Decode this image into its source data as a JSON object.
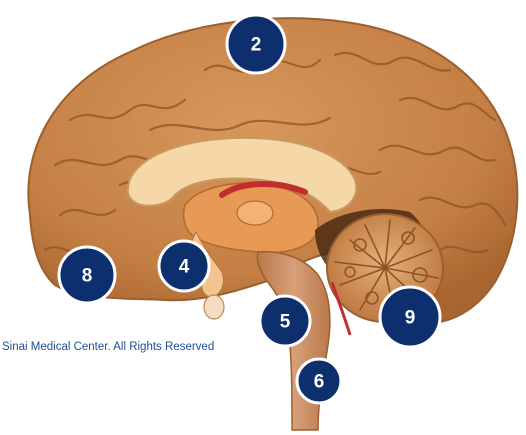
{
  "diagram": {
    "copyright": "Sinai Medical Center. All Rights Reserved",
    "markers": [
      {
        "id": "2",
        "label": "2"
      },
      {
        "id": "4",
        "label": "4"
      },
      {
        "id": "5",
        "label": "5"
      },
      {
        "id": "6",
        "label": "6"
      },
      {
        "id": "8",
        "label": "8"
      },
      {
        "id": "9",
        "label": "9"
      }
    ]
  },
  "colors": {
    "marker_fill": "#0d2f6e",
    "cortex": "#c9884f",
    "cortex_outline": "#9c5f2e",
    "corpus_callosum": "#f6d7a7",
    "thalamus": "#e79a55",
    "fornix_red": "#c22d2d",
    "cerebellum": "#d79a62",
    "copyright_text": "#1f4f9a"
  }
}
